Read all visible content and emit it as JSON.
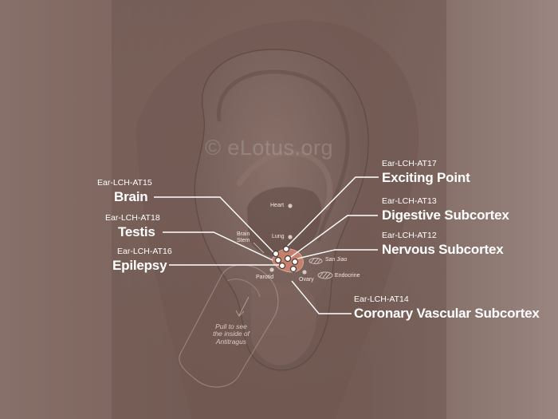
{
  "watermark": "© eLotus.org",
  "colors": {
    "background": "#8c756e",
    "accent_region": "#c9836f",
    "text": "#ffffff"
  },
  "points": [
    {
      "code": "Ear-LCH-AT15",
      "name": "Brain"
    },
    {
      "code": "Ear-LCH-AT18",
      "name": "Testis"
    },
    {
      "code": "Ear-LCH-AT16",
      "name": "Epilepsy"
    },
    {
      "code": "Ear-LCH-AT17",
      "name": "Exciting Point"
    },
    {
      "code": "Ear-LCH-AT13",
      "name": "Digestive Subcortex"
    },
    {
      "code": "Ear-LCH-AT12",
      "name": "Nervous Subcortex"
    },
    {
      "code": "Ear-LCH-AT14",
      "name": "Coronary Vascular Subcortex"
    }
  ],
  "small_labels": {
    "heart": "Heart",
    "lung": "Lung",
    "brain_stem_1": "Brain",
    "brain_stem_2": "Stem",
    "san_jiao": "San Jiao",
    "endocrine": "Endocrine",
    "ovary": "Ovary",
    "parotid": "Parotid"
  },
  "instruction": {
    "line1": "Pull to see",
    "line2": "the inside of",
    "line3": "Antitragus"
  }
}
